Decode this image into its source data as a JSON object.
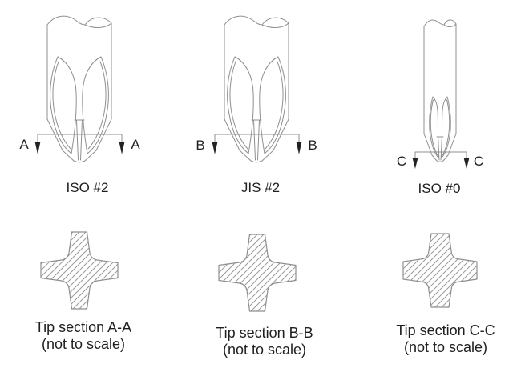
{
  "bits": [
    {
      "name": "ISO #2",
      "section_letter": "A"
    },
    {
      "name": "JIS #2",
      "section_letter": "B"
    },
    {
      "name": "ISO #0",
      "section_letter": "C"
    }
  ],
  "tip_sections": [
    {
      "title": "Tip section A-A",
      "note": "(not to scale)"
    },
    {
      "title": "Tip section B-B",
      "note": "(not to scale)"
    },
    {
      "title": "Tip section C-C",
      "note": "(not to scale)"
    }
  ],
  "colors": {
    "line": "#8f8f8f",
    "hatch": "#9a9a9a",
    "text": "#202020",
    "arrow": "#222222",
    "background": "#ffffff"
  }
}
